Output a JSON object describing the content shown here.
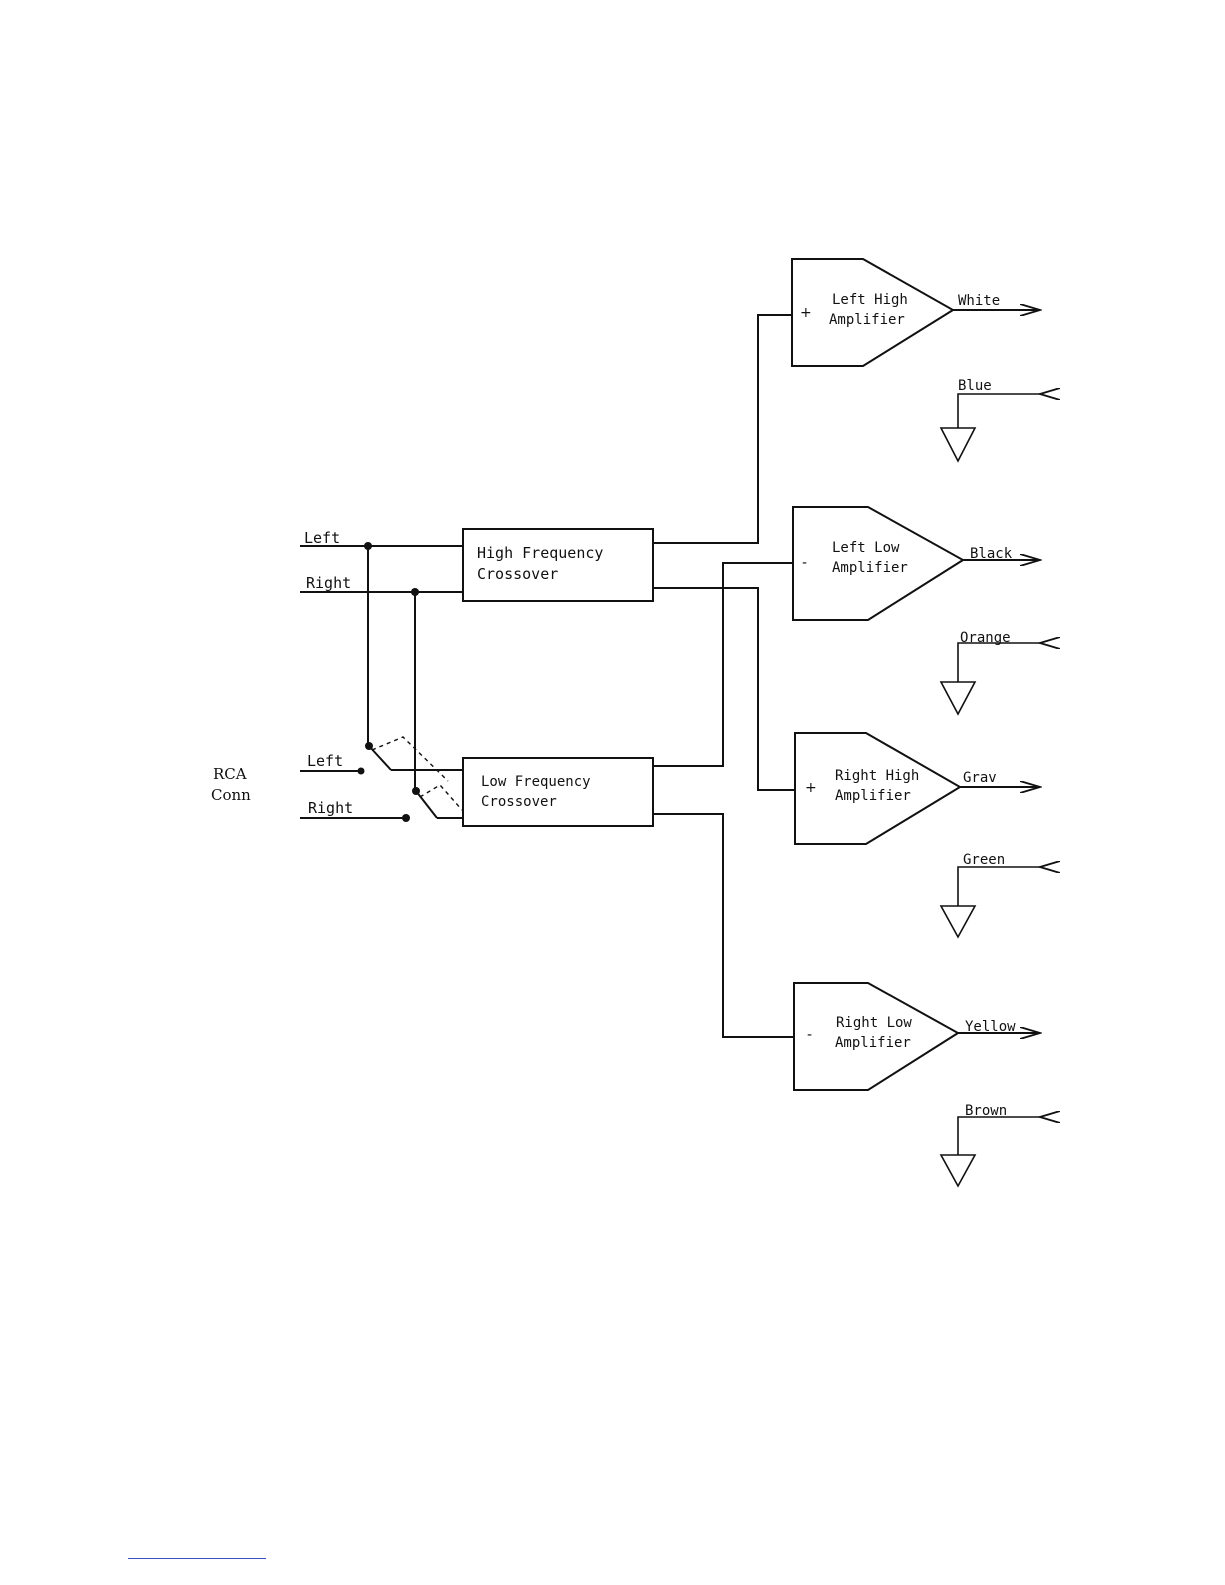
{
  "rca": {
    "line1": "RCA",
    "line2": "Conn"
  },
  "high_inputs": {
    "left": "Left",
    "right": "Right"
  },
  "low_inputs": {
    "left": "Left",
    "right": "Right"
  },
  "high_crossover": {
    "line1": "High Frequency",
    "line2": "Crossover"
  },
  "low_crossover": {
    "line1": "Low Frequency",
    "line2": "Crossover"
  },
  "amplifiers": [
    {
      "line1": "Left High",
      "line2": "Amplifier",
      "sign": "+",
      "output": "White",
      "ground": "Blue"
    },
    {
      "line1": "Left Low",
      "line2": "Amplifier",
      "sign": "-",
      "output": "Black",
      "ground": "Orange"
    },
    {
      "line1": "Right High",
      "line2": "Amplifier",
      "sign": "+",
      "output": "Grav",
      "ground": "Green"
    },
    {
      "line1": "Right Low",
      "line2": "Amplifier",
      "sign": "-",
      "output": "Yellow",
      "ground": "Brown"
    }
  ]
}
